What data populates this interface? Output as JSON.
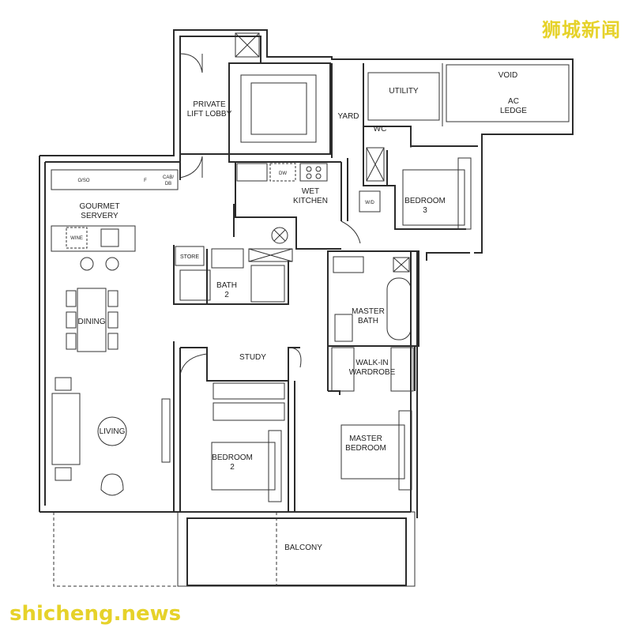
{
  "watermark": {
    "top_right": "狮城新闻",
    "bottom_left": "shicheng.news"
  },
  "rooms": {
    "private_lift_lobby": [
      "PRIVATE",
      "LIFT LOBBY"
    ],
    "yard": "YARD",
    "utility": "UTILITY",
    "void": "VOID",
    "ac_ledge": [
      "AC",
      "LEDGE"
    ],
    "wc": "WC",
    "gourmet_servery": [
      "GOURMET",
      "SERVERY"
    ],
    "wet_kitchen": [
      "WET",
      "KITCHEN"
    ],
    "bedroom_3": [
      "BEDROOM",
      "3"
    ],
    "store": "STORE",
    "bath_2": [
      "BATH",
      "2"
    ],
    "dining": "DINING",
    "master_bath": [
      "MASTER",
      "BATH"
    ],
    "study": "STUDY",
    "walk_in_wardrobe": [
      "WALK-IN",
      "WARDROBE"
    ],
    "living": "LIVING",
    "master_bedroom": [
      "MASTER",
      "BEDROOM"
    ],
    "bedroom_2": [
      "BEDROOM",
      "2"
    ],
    "balcony": "BALCONY"
  },
  "fixtures": {
    "oven_so": "O/SO",
    "fridge": "F",
    "cab_db": [
      "CAB/",
      "DB"
    ],
    "wine": "WINE",
    "dishwasher": "DW",
    "washer_dryer": "W/D"
  }
}
